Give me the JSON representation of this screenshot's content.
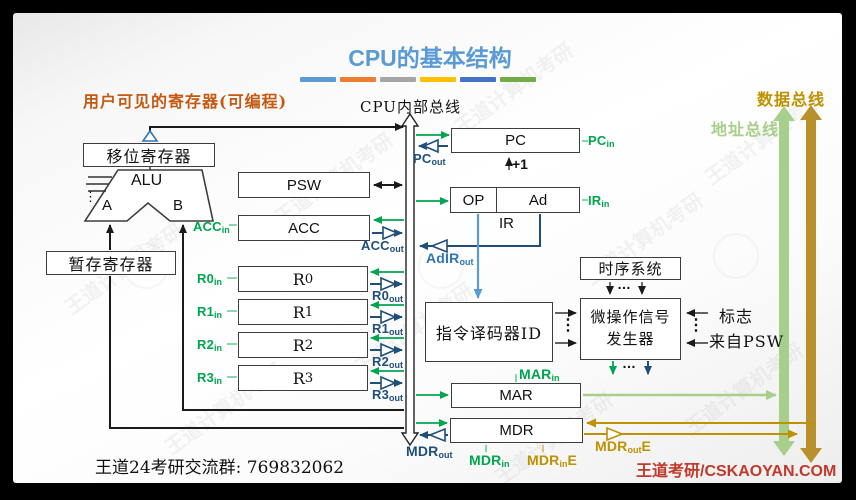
{
  "title": "CPU的基本结构",
  "title_dashes": [
    "#5B9BD5",
    "#ED7D31",
    "#A5A5A5",
    "#FFC000",
    "#4472C4",
    "#70AD47"
  ],
  "labels": {
    "internal_bus": "CPU内部总线",
    "user_visible": "用户可见的寄存器(可编程)",
    "data_bus": "数据总线",
    "address_bus": "地址总线",
    "ir_caption": "IR",
    "plus_one": "+1",
    "flag": "标志",
    "from_psw": "来自PSW",
    "h_ellipsis": "…",
    "v_ellipsis": "⋮",
    "alu_dots": "⋮"
  },
  "boxes": {
    "shift_register": "移位寄存器",
    "temp_register": "暂存寄存器",
    "alu": "ALU",
    "alu_a": "A",
    "alu_b": "B",
    "psw": "PSW",
    "acc": "ACC",
    "r0": {
      "base": "R",
      "sub": "0"
    },
    "r1": {
      "base": "R",
      "sub": "1"
    },
    "r2": {
      "base": "R",
      "sub": "2"
    },
    "r3": {
      "base": "R",
      "sub": "3"
    },
    "pc": "PC",
    "op": "OP",
    "ad": "Ad",
    "decoder": "指令译码器ID",
    "timing": "时序系统",
    "micro_line1": "微操作信号",
    "micro_line2": "发生器",
    "mar": "MAR",
    "mdr": "MDR"
  },
  "signals": {
    "pc_in": {
      "base": "PC",
      "sub": "in"
    },
    "pc_out": {
      "base": "PC",
      "sub": "out"
    },
    "ir_in": {
      "base": "IR",
      "sub": "in"
    },
    "acc_in": {
      "base": "ACC",
      "sub": "in"
    },
    "acc_out": {
      "base": "ACC",
      "sub": "out"
    },
    "adir_out": {
      "base": "AdIR",
      "sub": "out"
    },
    "r0_in": {
      "base": "R0",
      "sub": "in"
    },
    "r1_in": {
      "base": "R1",
      "sub": "in"
    },
    "r2_in": {
      "base": "R2",
      "sub": "in"
    },
    "r3_in": {
      "base": "R3",
      "sub": "in"
    },
    "r0_out": {
      "base": "R0",
      "sub": "out"
    },
    "r1_out": {
      "base": "R1",
      "sub": "out"
    },
    "r2_out": {
      "base": "R2",
      "sub": "out"
    },
    "r3_out": {
      "base": "R3",
      "sub": "out"
    },
    "mar_in": {
      "base": "MAR",
      "sub": "in"
    },
    "mdr_out": {
      "base": "MDR",
      "sub": "out"
    },
    "mdr_in": {
      "base": "MDR",
      "sub": "in"
    },
    "mdr_in_e": {
      "base": "MDR",
      "sub": "in",
      "suffix": "E"
    },
    "mdr_out_e": {
      "base": "MDR",
      "sub": "out",
      "suffix": "E"
    }
  },
  "footer": {
    "qq_group": "王道24考研交流群: 769832062",
    "brand": "王道考研/CSKAOYAN.COM"
  },
  "watermark": {
    "text": "王道计算机考研"
  },
  "colors": {
    "title_blue": "#5B9BD5",
    "signal_green": "#00A550",
    "signal_navy": "#1F4E79",
    "signal_lightblue": "#5B9BD5",
    "bus_gold": "#BF9000",
    "bus_gold_fill": "#B9912C",
    "bus_lightgreen": "#A6CF8A",
    "label_orange": "#C45911",
    "brand_red": "#C03A2B"
  }
}
